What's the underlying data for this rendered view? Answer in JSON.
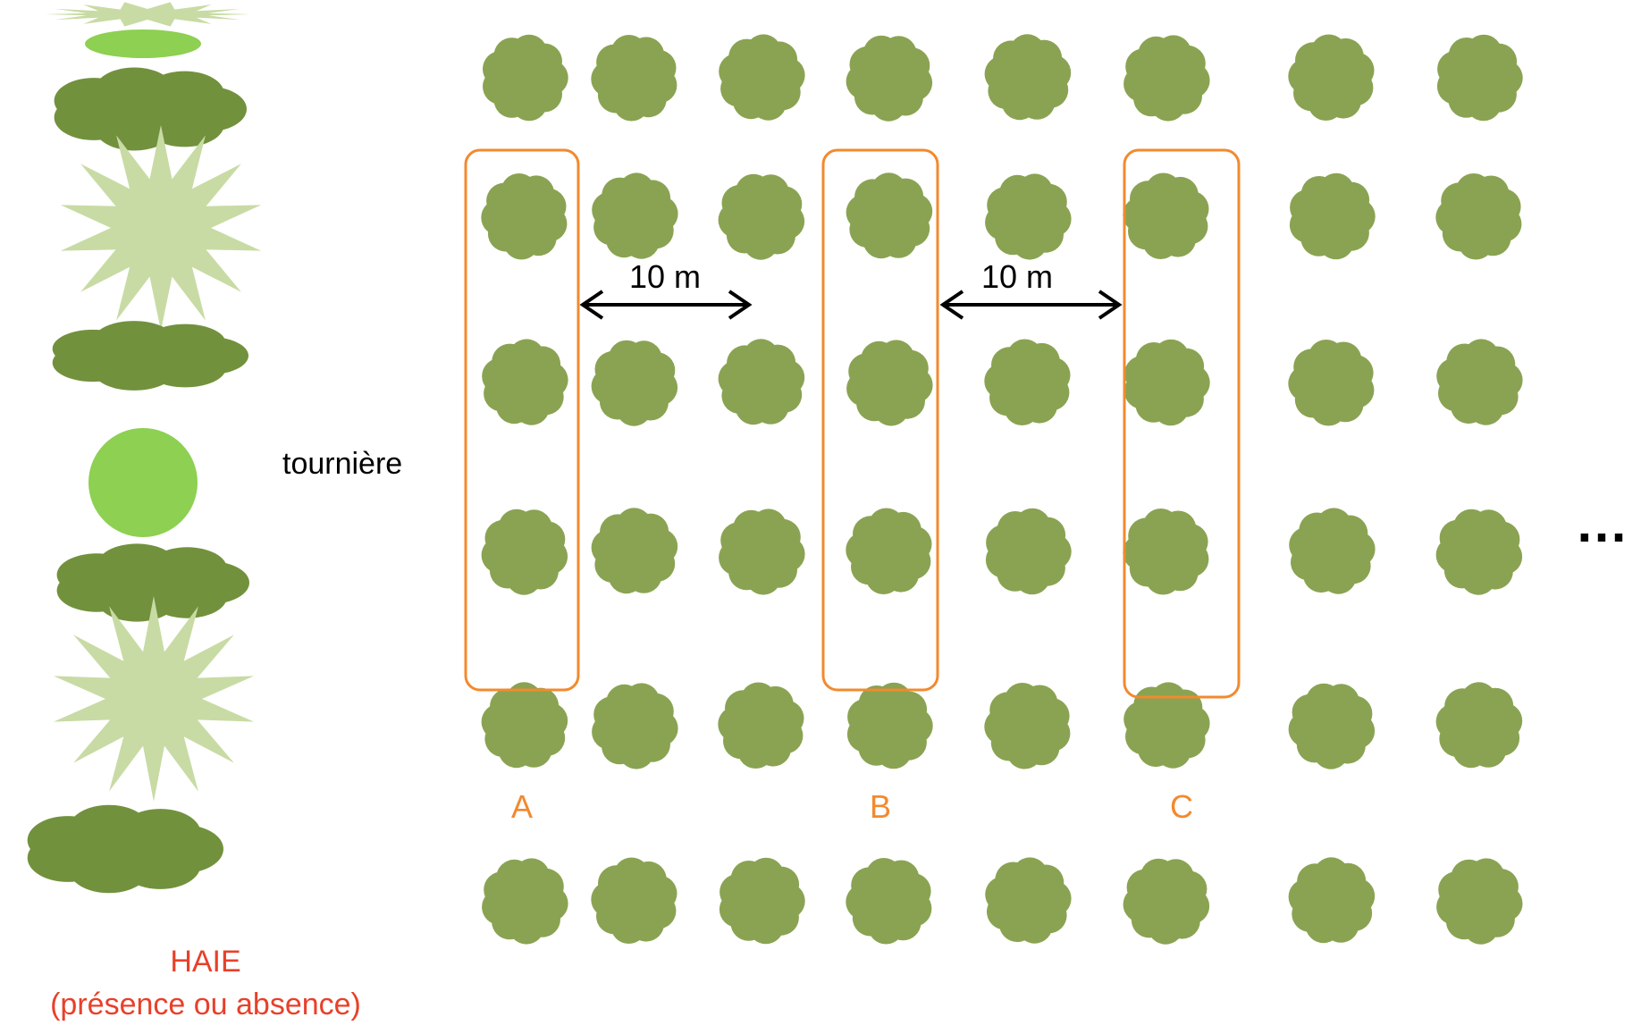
{
  "labels": {
    "row_end": "tournière",
    "distance_1": "10 m",
    "distance_2": "10 m",
    "ellipsis": "…",
    "hedge_title": "HAIE",
    "hedge_subtitle": "(présence ou absence)"
  },
  "transects": [
    {
      "label": "A"
    },
    {
      "label": "B"
    },
    {
      "label": "C"
    }
  ],
  "colors": {
    "tree": "#8AA352",
    "hedge_dark": "#72913D",
    "hedge_star": "#C8DBA4",
    "hedge_bright": "#8DD052",
    "transect_outline": "#F28A2E",
    "transect_label": "#F28A2E",
    "hedge_label": "#E8402A",
    "arrow": "#000000"
  }
}
